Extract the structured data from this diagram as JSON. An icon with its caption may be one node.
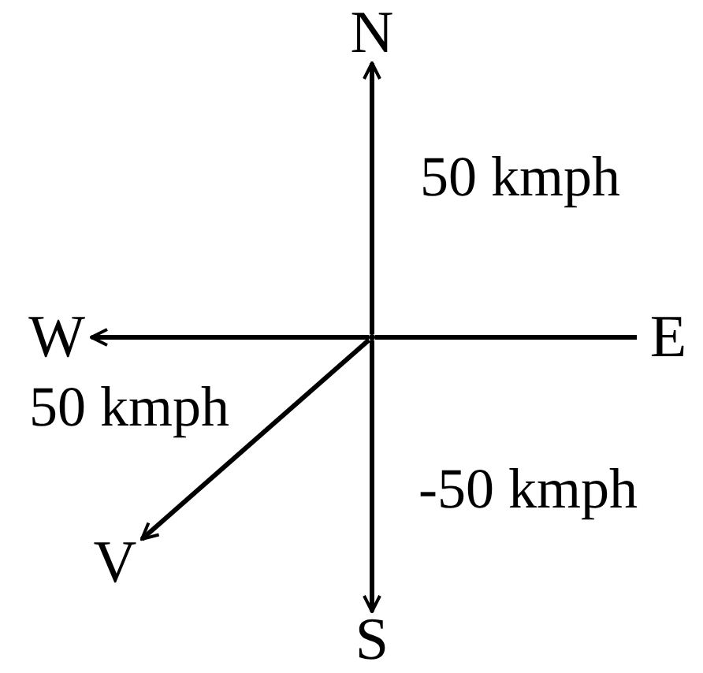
{
  "diagram": {
    "nodes": [
      {
        "text": [],
        "shape": "point"
      },
      {
        "text": [
          "N"
        ]
      },
      {
        "text": [
          "E"
        ]
      },
      {
        "text": [
          "S"
        ]
      },
      {
        "text": [
          "W"
        ]
      },
      {
        "text": [
          "V"
        ]
      }
    ],
    "edges": [
      {
        "from": 0,
        "to": 1,
        "arrow": "to",
        "label": "50 kmph"
      },
      {
        "from": 0,
        "to": 2,
        "arrow": "none"
      },
      {
        "from": 0,
        "to": 3,
        "arrow": "to",
        "label": "-50 kmph"
      },
      {
        "from": 0,
        "to": 4,
        "arrow": "to",
        "label": "50 kmph"
      },
      {
        "from": 0,
        "to": 5,
        "arrow": "to"
      }
    ]
  }
}
